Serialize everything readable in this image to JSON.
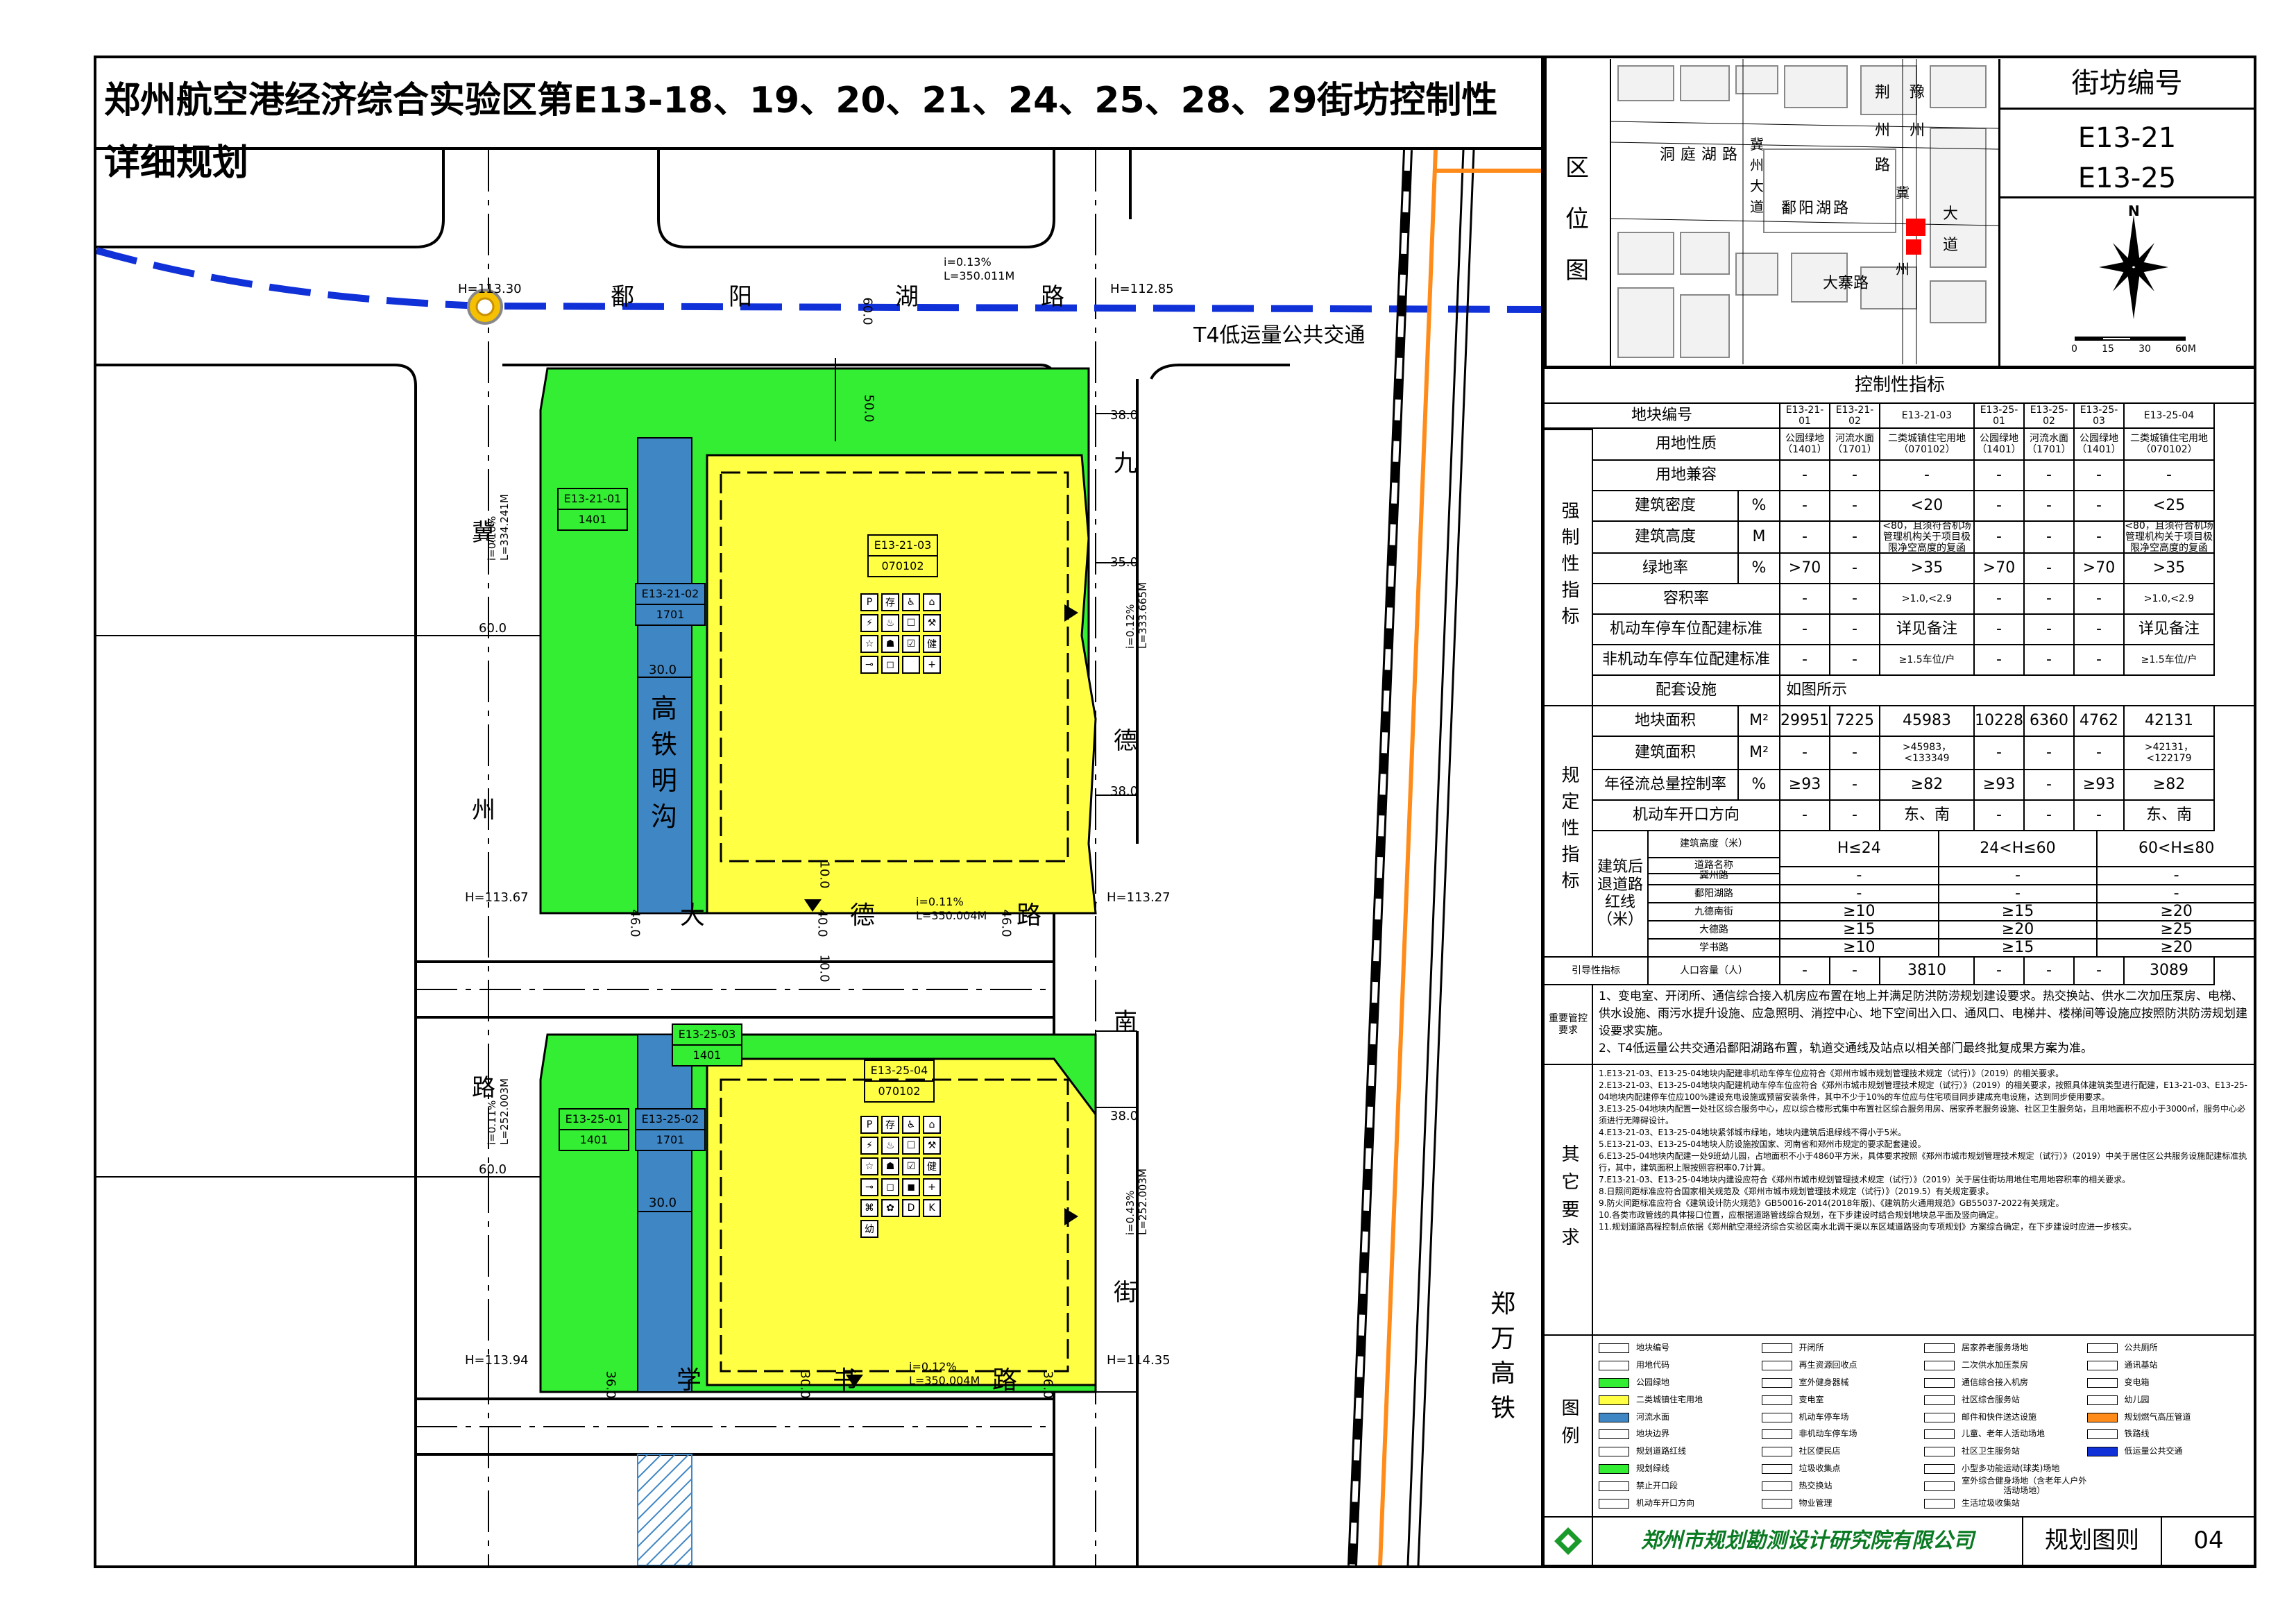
{
  "title": "郑州航空港经济综合实验区第E13-18、19、20、21、24、25、28、29街坊控制性详细规划",
  "location_map": {
    "label": "区位图",
    "roads": [
      "鄱阳湖路",
      "荆州路",
      "豫州大道",
      "冀州大道",
      "洞庭湖路",
      "大寨路",
      "冀州路"
    ],
    "block_label_title": "街坊编号",
    "block_numbers": [
      "E13-21",
      "E13-25"
    ],
    "compass": "N",
    "scale": [
      "0",
      "15",
      "30",
      "60M"
    ]
  },
  "map": {
    "roads": {
      "north": {
        "name": [
          "鄱",
          "阳",
          "湖",
          "路"
        ],
        "slope": "i=0.13%",
        "length": "L=350.011M",
        "h_left": "H=113.30",
        "h_right": "H=112.85",
        "width": "60.0",
        "transit": "T4低运量公共交通"
      },
      "west": {
        "name": [
          "冀",
          "州",
          "路"
        ],
        "slope1": "i=0.10%",
        "len1": "L=334.241M",
        "slope2": "i=0.11%",
        "len2": "L=252.003M",
        "width": "60.0"
      },
      "middle": {
        "name": [
          "大",
          "德",
          "路"
        ],
        "slope": "i=0.11%",
        "length": "L=350.004M",
        "h_left": "H=113.67",
        "h_right": "H=113.27",
        "w": [
          "46.0",
          "40.0",
          "10.0",
          "10.0",
          "46.0"
        ]
      },
      "east": {
        "name1": [
          "九",
          "德"
        ],
        "name2": [
          "南",
          "街"
        ],
        "slope1": "i=0.12%",
        "len1": "L=333.665M",
        "slope2": "i=0.43%",
        "len2": "L=252.003M",
        "w": [
          "38.0",
          "35.0",
          "38.0",
          "38.0"
        ]
      },
      "south": {
        "name": [
          "学",
          "书",
          "路"
        ],
        "slope": "i=0.12%",
        "length": "L=350.004M",
        "h_left": "H=113.94",
        "h_right": "H=114.35",
        "w": [
          "36.0",
          "30.0",
          "36.0"
        ]
      },
      "green_width": "50.0",
      "canal_width": "30.0",
      "canal_name": [
        "高",
        "铁",
        "明",
        "沟"
      ],
      "railway": [
        "郑",
        "万",
        "高",
        "铁"
      ]
    },
    "parcels": [
      {
        "id": "E13-21-01",
        "code": "1401"
      },
      {
        "id": "E13-21-02",
        "code": "1701"
      },
      {
        "id": "E13-21-03",
        "code": "070102"
      },
      {
        "id": "E13-25-01",
        "code": "1401"
      },
      {
        "id": "E13-25-02",
        "code": "1701"
      },
      {
        "id": "E13-25-03",
        "code": "1401"
      },
      {
        "id": "E13-25-04",
        "code": "070102"
      }
    ],
    "facility_icons_21": [
      "P",
      "存",
      "♿",
      "⌂",
      "⚡",
      "♨",
      "☐",
      "⚒",
      "☆",
      "☗",
      "☑",
      "健",
      "⊸",
      "◻",
      "",
      "+"
    ],
    "facility_icons_25": [
      "P",
      "存",
      "♿",
      "⌂",
      "⚡",
      "♨",
      "☐",
      "⚒",
      "☆",
      "☗",
      "☑",
      "健",
      "⊸",
      "◻",
      "◼",
      "+",
      "⌘",
      "✿",
      "D",
      "K",
      "幼"
    ],
    "colors": {
      "green": "#33ee33",
      "yellow": "#ffff44",
      "blue": "#3f86c4",
      "road_blue": "#1030d8",
      "orange": "#ff8c1a"
    }
  },
  "control": {
    "header": "控制性指标",
    "block_col": "地块编号",
    "columns": [
      "E13-21-01",
      "E13-21-02",
      "E13-21-03",
      "E13-25-01",
      "E13-25-02",
      "E13-25-03",
      "E13-25-04"
    ],
    "group_mandatory": "强制性指标",
    "group_regulatory": "规定性指标",
    "rows": [
      {
        "label": "用地性质",
        "unit": "",
        "vals": [
          "公园绿地\n（1401）",
          "河流水面\n（1701）",
          "二类城镇住宅用地\n（070102）",
          "公园绿地\n（1401）",
          "河流水面\n（1701）",
          "公园绿地\n（1401）",
          "二类城镇住宅用地\n（070102）"
        ]
      },
      {
        "label": "用地兼容",
        "unit": "",
        "vals": [
          "-",
          "-",
          "-",
          "-",
          "-",
          "-",
          "-"
        ]
      },
      {
        "label": "建筑密度",
        "unit": "%",
        "vals": [
          "-",
          "-",
          "<20",
          "-",
          "-",
          "-",
          "<25"
        ]
      },
      {
        "label": "建筑高度",
        "unit": "M",
        "vals": [
          "-",
          "-",
          "<80，且须符合机场管理机构关于项目极限净空高度的复函",
          "-",
          "-",
          "-",
          "<80，且须符合机场管理机构关于项目极限净空高度的复函"
        ]
      },
      {
        "label": "绿地率",
        "unit": "%",
        "vals": [
          ">70",
          "-",
          ">35",
          ">70",
          "-",
          ">70",
          ">35"
        ]
      },
      {
        "label": "容积率",
        "unit": "",
        "vals": [
          "-",
          "-",
          ">1.0,<2.9",
          "-",
          "-",
          "-",
          ">1.0,<2.9"
        ]
      },
      {
        "label": "机动车停车位配建标准",
        "unit": "",
        "vals": [
          "-",
          "-",
          "详见备注",
          "-",
          "-",
          "-",
          "详见备注"
        ]
      },
      {
        "label": "非机动车停车位配建标准",
        "unit": "",
        "vals": [
          "-",
          "-",
          "≥1.5车位/户",
          "-",
          "-",
          "-",
          "≥1.5车位/户"
        ]
      },
      {
        "label": "配套设施",
        "unit": "",
        "vals": [
          "如图所示"
        ]
      },
      {
        "label": "地块面积",
        "unit": "M²",
        "vals": [
          "29951",
          "7225",
          "45983",
          "10228",
          "6360",
          "4762",
          "42131"
        ]
      },
      {
        "label": "建筑面积",
        "unit": "M²",
        "vals": [
          "-",
          "-",
          ">45983，\n<133349",
          "-",
          "-",
          "-",
          ">42131，\n<122179"
        ]
      },
      {
        "label": "年径流总量控制率",
        "unit": "%",
        "vals": [
          "≥93",
          "-",
          "≥82",
          "≥93",
          "-",
          "≥93",
          "≥82"
        ]
      },
      {
        "label": "机动车开口方向",
        "unit": "",
        "vals": [
          "-",
          "-",
          "东、南",
          "-",
          "-",
          "-",
          "东、南"
        ]
      }
    ],
    "setback": {
      "label": "建筑后退道路红线（米）",
      "corner_top": "建筑高度（米）",
      "corner_bottom": "道路名称",
      "heights": [
        "H≤24",
        "24<H≤60",
        "60<H≤80"
      ],
      "roads": [
        {
          "name": "冀州路",
          "vals": [
            "-",
            "-",
            "-"
          ]
        },
        {
          "name": "鄱阳湖路",
          "vals": [
            "-",
            "-",
            "-"
          ]
        },
        {
          "name": "九德南街",
          "vals": [
            "≥10",
            "≥15",
            "≥20"
          ]
        },
        {
          "name": "大德路",
          "vals": [
            "≥15",
            "≥20",
            "≥25"
          ]
        },
        {
          "name": "学书路",
          "vals": [
            "≥10",
            "≥15",
            "≥20"
          ]
        }
      ]
    },
    "guide_label": "引导性指标",
    "population_label": "人口容量（人）",
    "population": [
      "-",
      "-",
      "3810",
      "-",
      "-",
      "-",
      "3089"
    ],
    "important_label": "重要管控要求",
    "important_text": [
      "1、变电室、开闭所、通信综合接入机房应布置在地上并满足防洪防涝规划建设要求。热交换站、供水二次加压泵房、电梯、供水设施、雨污水提升设施、应急照明、消控中心、地下空间出入口、通风口、电梯井、楼梯间等设施应按照防洪防涝规划建设要求实施。",
      "2、T4低运量公共交通沿鄱阳湖路布置，轨道交通线及站点以相关部门最终批复成果方案为准。"
    ],
    "other_label": "其它要求",
    "other_text": [
      "1.E13-21-03、E13-25-04地块内配建非机动车停车位应符合《郑州市城市规划管理技术规定（试行）》（2019）的相关要求。",
      "2.E13-21-03、E13-25-04地块内配建机动车停车位应符合《郑州市城市规划管理技术规定（试行）》（2019）的相关要求，按照具体建筑类型进行配建，E13-21-03、E13-25-04地块内配建停车位应100%建设充电设施或预留安装条件，其中不少于10%的车位应与住宅项目同步建成充电设施，达到同步使用要求。",
      "3.E13-25-04地块内配置一处社区综合服务中心，应以综合楼形式集中布置社区综合服务用房、居家养老服务设施、社区卫生服务站，且用地面积不应小于3000㎡，服务中心必须进行无障碍设计。",
      "4.E13-21-03、E13-25-04地块紧邻城市绿地，地块内建筑后退绿线不得小于5米。",
      "5.E13-21-03、E13-25-04地块人防设施按国家、河南省和郑州市规定的要求配套建设。",
      "6.E13-25-04地块内配建一处9班幼儿园，占地面积不小于4860平方米，具体要求按照《郑州市城市规划管理技术规定（试行）》（2019）中关于居住区公共服务设施配建标准执行，其中，建筑面积上限按照容积率0.7计算。",
      "7.E13-21-03、E13-25-04地块内建设应符合《郑州市城市规划管理技术规定（试行）》（2019）关于居住街坊用地住宅用地容积率的相关要求。",
      "8.日照间距标准应符合国家相关规范及《郑州市城市规划管理技术规定（试行）》（2019.5）有关规定要求。",
      "9.防火间距标准应符合《建筑设计防火规范》GB50016-2014(2018年版)、《建筑防火通用规范》GB55037-2022有关规定。",
      "10.各类市政管线的具体接口位置，应根据道路管线综合规划，在下步建设时结合规划地块总平面及竖向确定。",
      "11.规划道路高程控制点依据《郑州航空港经济综合实验区南水北调干渠以东区域道路竖向专项规划》方案综合确定，在下步建设时应进一步核实。"
    ],
    "legend_label": "图例",
    "legend": [
      {
        "text": "地块编号",
        "swatch": "#ffffff"
      },
      {
        "text": "用地代码",
        "swatch": "#ffffff"
      },
      {
        "text": "公园绿地",
        "swatch": "#33ee33"
      },
      {
        "text": "二类城镇住宅用地",
        "swatch": "#ffff44"
      },
      {
        "text": "河流水面",
        "swatch": "#3f86c4"
      },
      {
        "text": "地块边界",
        "swatch": "#ffffff"
      },
      {
        "text": "规划道路红线",
        "swatch": "#ffffff"
      },
      {
        "text": "规划绿线",
        "swatch": "#33ee33"
      },
      {
        "text": "禁止开口段",
        "swatch": "#ffffff"
      },
      {
        "text": "机动车开口方向",
        "swatch": "#ffffff"
      },
      {
        "text": "开闭所",
        "swatch": "#ffffff"
      },
      {
        "text": "再生资源回收点",
        "swatch": "#ffffff"
      },
      {
        "text": "室外健身器械",
        "swatch": "#ffffff"
      },
      {
        "text": "变电室",
        "swatch": "#ffffff"
      },
      {
        "text": "机动车停车场",
        "swatch": "#ffffff"
      },
      {
        "text": "非机动车停车场",
        "swatch": "#ffffff"
      },
      {
        "text": "社区便民店",
        "swatch": "#ffffff"
      },
      {
        "text": "垃圾收集点",
        "swatch": "#ffffff"
      },
      {
        "text": "热交换站",
        "swatch": "#ffffff"
      },
      {
        "text": "物业管理",
        "swatch": "#ffffff"
      },
      {
        "text": "居家养老服务场地",
        "swatch": "#ffffff"
      },
      {
        "text": "二次供水加压泵房",
        "swatch": "#ffffff"
      },
      {
        "text": "通信综合接入机房",
        "swatch": "#ffffff"
      },
      {
        "text": "社区综合服务站",
        "swatch": "#ffffff"
      },
      {
        "text": "邮件和快件送达设施",
        "swatch": "#ffffff"
      },
      {
        "text": "儿童、老年人活动场地",
        "swatch": "#ffffff"
      },
      {
        "text": "社区卫生服务站",
        "swatch": "#ffffff"
      },
      {
        "text": "小型多功能运动(球类)场地",
        "swatch": "#ffffff"
      },
      {
        "text": "室外综合健身场地（含老年人户外活动场地）",
        "swatch": "#ffffff"
      },
      {
        "text": "生活垃圾收集站",
        "swatch": "#ffffff"
      },
      {
        "text": "公共厕所",
        "swatch": "#ffffff"
      },
      {
        "text": "通讯基站",
        "swatch": "#ffffff"
      },
      {
        "text": "变电箱",
        "swatch": "#ffffff"
      },
      {
        "text": "幼儿园",
        "swatch": "#ffffff"
      },
      {
        "text": "规划燃气高压管道",
        "swatch": "#ff8c1a"
      },
      {
        "text": "铁路线",
        "swatch": "#ffffff"
      },
      {
        "text": "低运量公共交通",
        "swatch": "#1030d8"
      }
    ],
    "footer": {
      "company": "郑州市规划勘测设计研究院有限公司",
      "doc": "规划图则",
      "page": "04"
    }
  }
}
